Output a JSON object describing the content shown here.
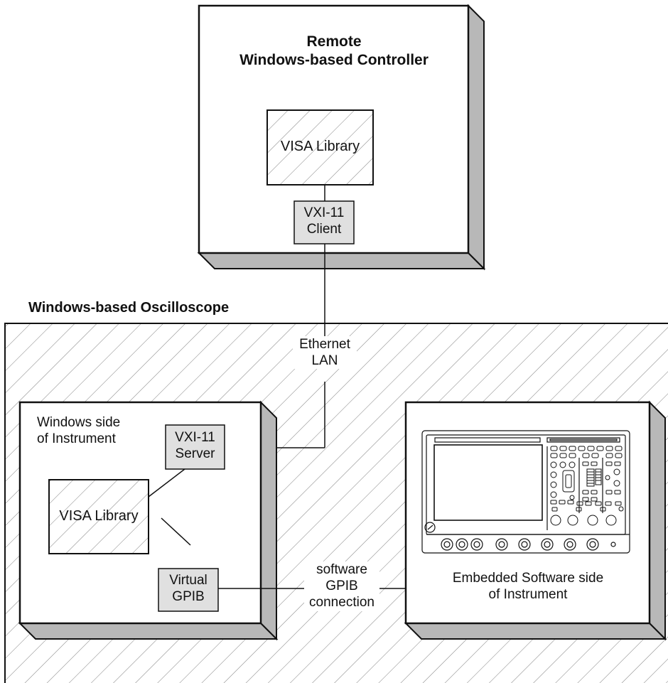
{
  "diagram": {
    "remote_controller": {
      "title_line1": "Remote",
      "title_line2": "Windows-based Controller",
      "visa_library": "VISA Library",
      "vxi11_client_line1": "VXI-11",
      "vxi11_client_line2": "Client"
    },
    "oscilloscope": {
      "title": "Windows-based Oscilloscope",
      "ethernet_line1": "Ethernet",
      "ethernet_line2": "LAN",
      "windows_side": {
        "title_line1": "Windows side",
        "title_line2": "of Instrument",
        "vxi11_server_line1": "VXI-11",
        "vxi11_server_line2": "Server",
        "visa_library": "VISA Library",
        "virtual_gpib_line1": "Virtual",
        "virtual_gpib_line2": "GPIB"
      },
      "gpib_link": {
        "line1": "software",
        "line2": "GPIB",
        "line3": "connection"
      },
      "embedded_side": {
        "title_line1": "Embedded Software side",
        "title_line2": "of Instrument",
        "instrument_icon": "oscilloscope-icon"
      }
    },
    "colors": {
      "line": "#111111",
      "box_fill": "#ffffff",
      "shadow": "#b8b8b8",
      "module_fill": "#e0e0e0",
      "hatch": "#888888"
    }
  }
}
